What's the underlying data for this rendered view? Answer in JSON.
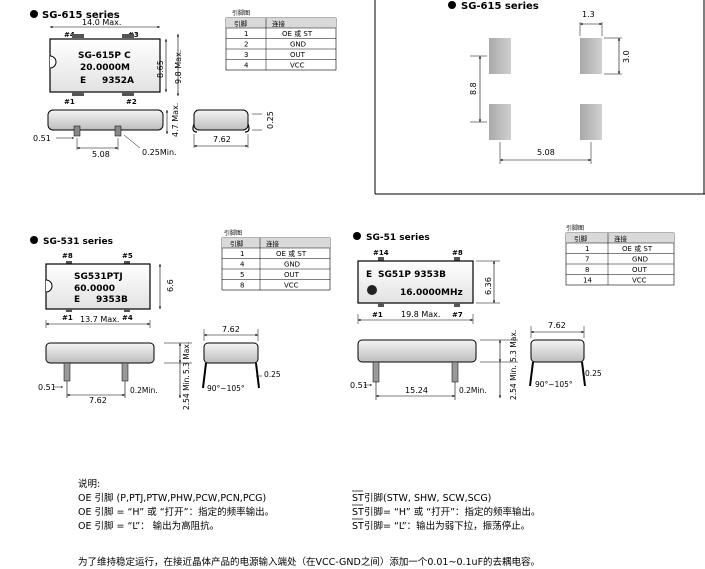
{
  "sg615": {
    "title": "SG-615 series",
    "pin1_label": "#1",
    "pin2_label": "#2",
    "pin3_label": "#3",
    "pin4_label": "#4",
    "chip_line1": "SG-615P C",
    "chip_line2": "20.0000M",
    "chip_line3_a": "E",
    "chip_line3_b": "9352A",
    "dim_length": "14.0 Max.",
    "dim_body_h": "8.65",
    "dim_total_h": "9.8 Max.",
    "dim_side_h": "4.7 Max.",
    "dim_pin_w": "0.51",
    "dim_pin_pitch": "5.08",
    "dim_standoff": "0.25Min.",
    "dim_end_w": "7.62",
    "dim_lead_t": "0.25",
    "table_caption": "引脚图",
    "table_headers": [
      "引脚",
      "连接"
    ],
    "table_rows": [
      [
        "1",
        "OE 或 ST"
      ],
      [
        "2",
        "GND"
      ],
      [
        "3",
        "OUT"
      ],
      [
        "4",
        "VCC"
      ]
    ],
    "footprint_title": "SG-615 series",
    "fp_pad_w": "1.3",
    "fp_pad_h": "3.0",
    "fp_row_gap": "8.8",
    "fp_col_gap": "5.08"
  },
  "sg531": {
    "title": "SG-531 series",
    "pin1_label": "#1",
    "pin4_label": "#4",
    "pin5_label": "#5",
    "pin8_label": "#8",
    "chip_line1": "SG531PTJ",
    "chip_line2": "60.0000",
    "chip_line3_a": "E",
    "chip_line3_b": "9353B",
    "dim_length": "13.7 Max.",
    "dim_body_h": "6.6",
    "dim_side_h": "5.3 Max.",
    "dim_lead_len": "2.54 Min.",
    "dim_pin_w": "0.51",
    "dim_standoff": "0.2Min.",
    "dim_pitch": "7.62",
    "dim_end_w": "7.62",
    "dim_lead_t": "0.25",
    "dim_angle": "90°~105°",
    "table_caption": "引脚图",
    "table_headers": [
      "引脚",
      "连接"
    ],
    "table_rows": [
      [
        "1",
        "OE 或 ST"
      ],
      [
        "4",
        "GND"
      ],
      [
        "5",
        "OUT"
      ],
      [
        "8",
        "VCC"
      ]
    ]
  },
  "sg51": {
    "title": "SG-51 series",
    "pin1_label": "#1",
    "pin7_label": "#7",
    "pin8_label": "#8",
    "pin14_label": "#14",
    "chip_line1_a": "E",
    "chip_line1_b": "SG51P 9353B",
    "chip_line2": "16.0000MHz",
    "dim_length": "19.8 Max.",
    "dim_body_h": "6.36",
    "dim_side_h": "5.3 Max.",
    "dim_lead_len": "2.54 Min.",
    "dim_pin_w": "0.51",
    "dim_standoff": "0.2Min.",
    "dim_pitch": "15.24",
    "dim_end_w": "7.62",
    "dim_lead_t": "0.25",
    "dim_angle": "90°~105°",
    "table_caption": "引脚图",
    "table_headers": [
      "引脚",
      "连接"
    ],
    "table_rows": [
      [
        "1",
        "OE 或 ST"
      ],
      [
        "7",
        "GND"
      ],
      [
        "8",
        "OUT"
      ],
      [
        "14",
        "VCC"
      ]
    ]
  },
  "notes": {
    "heading": "说明:",
    "left": [
      "OE 引脚 (P,PTJ,PTW,PHW,PCW,PCN,PCG)",
      "OE 引脚 = “H” 或 “打开”：指定的频率输出。",
      "OE 引脚 = “L”： 输出为高阻抗。"
    ],
    "right_bar": "ST",
    "right": [
      " 引脚(STW, SHW, SCW,SCG)",
      " 引脚= “H” 或 “打开”：指定的频率输出。",
      " 引脚= “L”：输出为弱下拉，振荡停止。"
    ],
    "footer": "为了维持稳定运行，在接近晶体产品的电源输入端处（在VCC-GND之间）添加一个0.01~0.1uF的去耦电容。"
  }
}
